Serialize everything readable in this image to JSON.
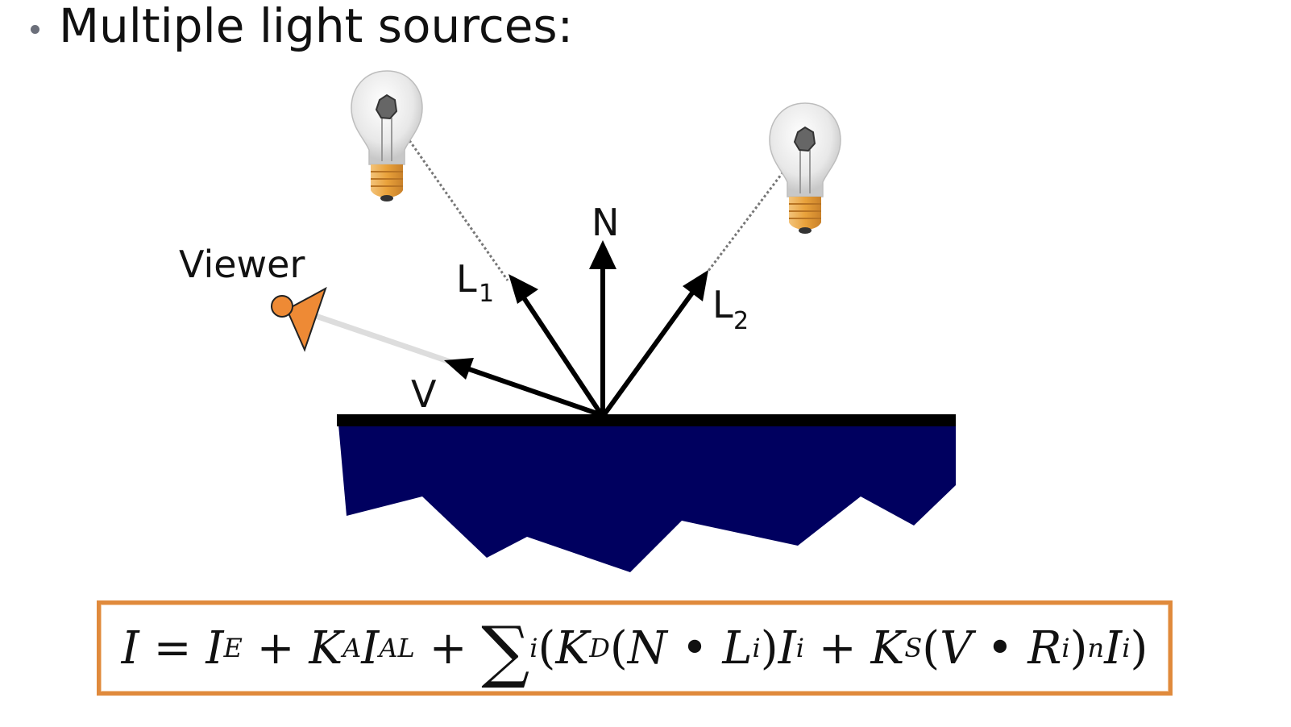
{
  "slide": {
    "bullet": "Multiple light sources:"
  },
  "diagram": {
    "labels": {
      "viewer": "Viewer",
      "normal": "N",
      "light1": "L",
      "light1_sub": "1",
      "light2": "L",
      "light2_sub": "2",
      "view": "V"
    },
    "colors": {
      "surface_fill": "#00005f",
      "surface_edge": "#000000",
      "viewer_fill": "#ee8a35",
      "bulb_base": "#e9a23b",
      "formula_border": "#e08a3c"
    },
    "icons": [
      "light-bulb-icon",
      "light-bulb-icon",
      "viewer-eye-icon"
    ]
  },
  "formula": {
    "text": "I = I_E + K_A I_AL + Σ_i (K_D (N • L_i) I_i + K_S (V • R_i)^n I_i)"
  }
}
